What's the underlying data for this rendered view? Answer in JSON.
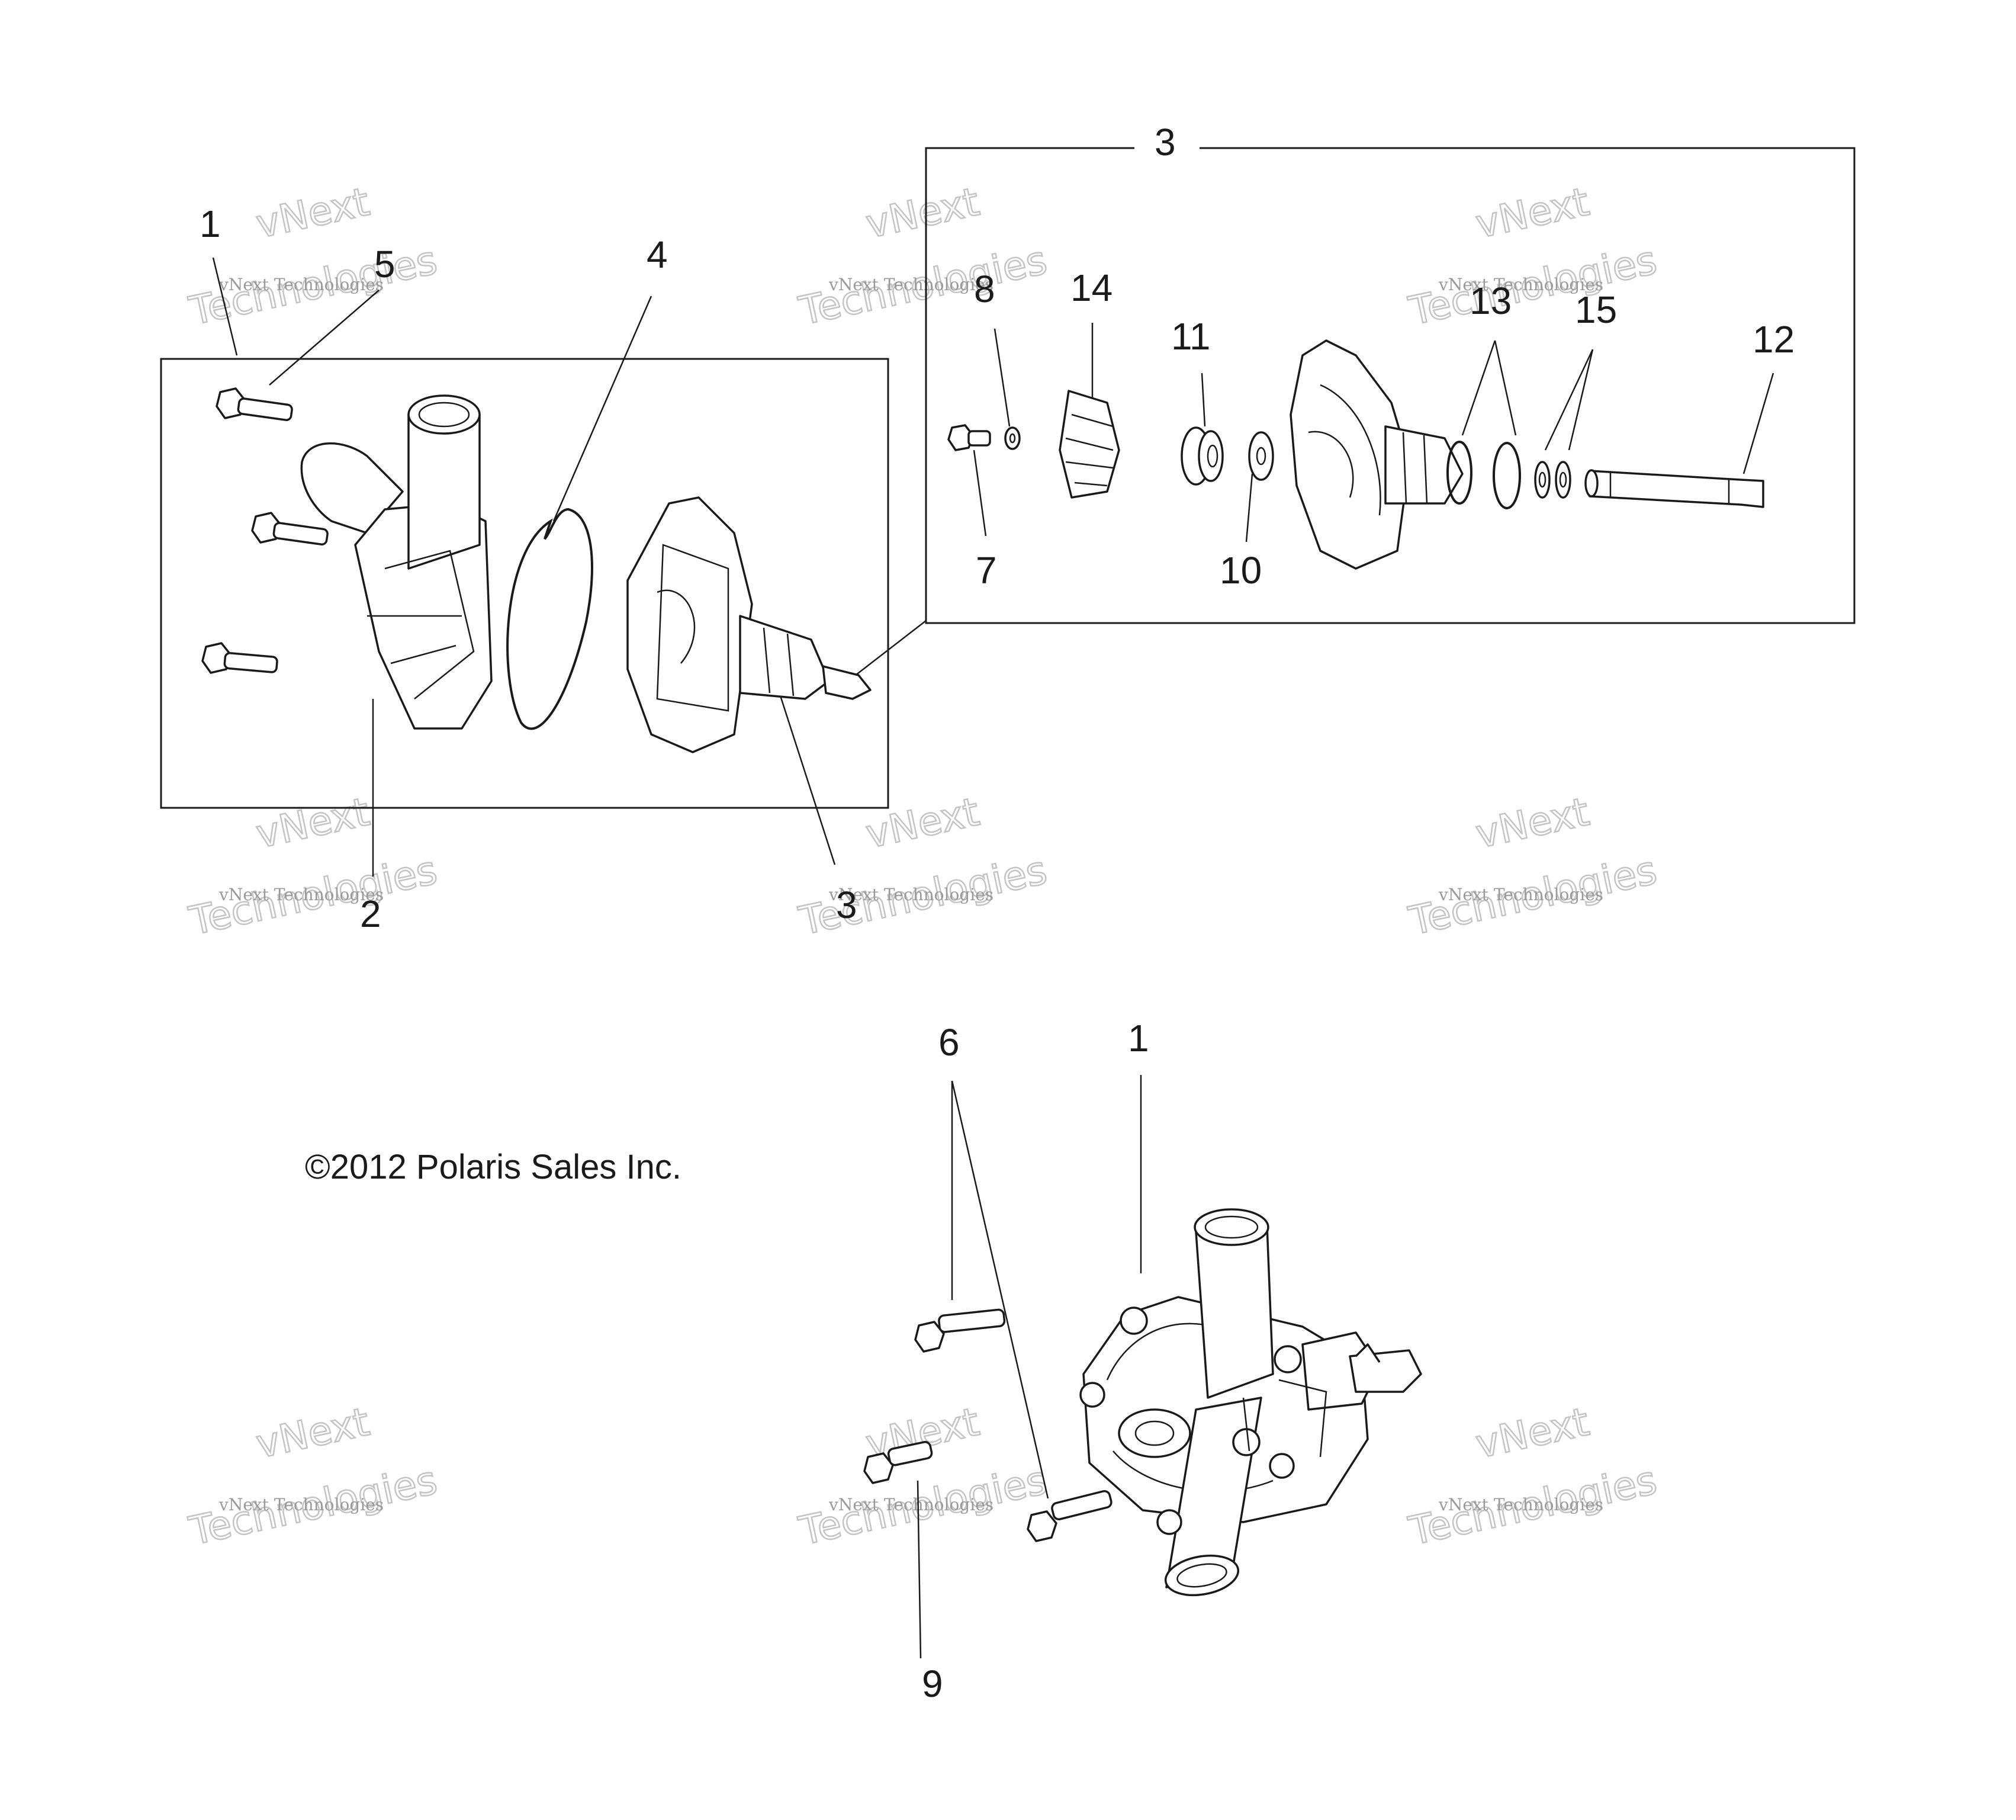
{
  "callouts": [
    {
      "label": "1"
    },
    {
      "label": "5"
    },
    {
      "label": "4"
    },
    {
      "label": "3"
    },
    {
      "label": "2"
    },
    {
      "label": "3"
    },
    {
      "label": "8"
    },
    {
      "label": "14"
    },
    {
      "label": "11"
    },
    {
      "label": "13"
    },
    {
      "label": "15"
    },
    {
      "label": "12"
    },
    {
      "label": "7"
    },
    {
      "label": "10"
    },
    {
      "label": "6"
    },
    {
      "label": "1"
    },
    {
      "label": "9"
    }
  ],
  "copyright": "©2012 Polaris Sales Inc.",
  "watermark": {
    "line1": "vNext Technologies",
    "line2": "Technologies",
    "line3": "vNext"
  }
}
